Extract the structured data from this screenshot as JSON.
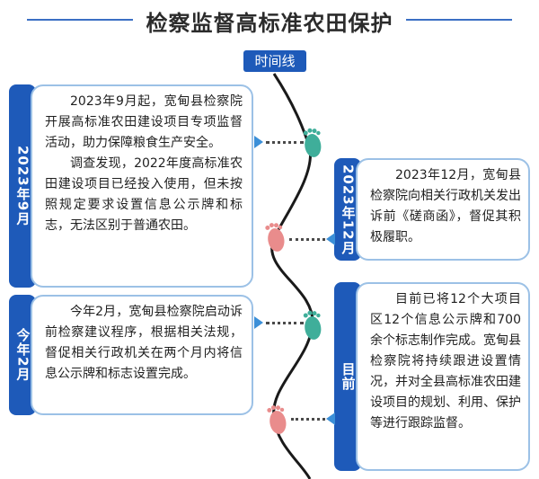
{
  "title": "检察监督高标准农田保护",
  "timeline_label": "时间线",
  "events": [
    {
      "date": "2023年9月",
      "paragraphs": [
        "2023年9月起，宽甸县检察院开展高标准农田建设项目专项监督活动，助力保障粮食生产安全。",
        "调查发现，2022年度高标准农田建设项目已经投入使用，但未按照规定要求设置信息公示牌和标志，无法区别于普通农田。"
      ]
    },
    {
      "date": "2023年12月",
      "paragraphs": [
        "2023年12月，宽甸县检察院向相关行政机关发出诉前《磋商函》，督促其积极履职。"
      ]
    },
    {
      "date": "今年2月",
      "paragraphs": [
        "今年2月，宽甸县检察院启动诉前检察建议程序，根据相关法规，督促相关行政机关在两个月内将信息公示牌和标志设置完成。"
      ]
    },
    {
      "date": "目前",
      "paragraphs": [
        "目前已将12个大项目区12个信息公示牌和700余个标志制作完成。宽甸县检察院将持续跟进设置情况，并对全县高标准农田建设项目的规划、利用、保护等进行跟踪监督。"
      ]
    }
  ],
  "colors": {
    "accent": "#1e5ab9",
    "card_border": "#9cc1e6",
    "footprint_green": "#3fae9a",
    "footprint_pink": "#e98c8c"
  }
}
